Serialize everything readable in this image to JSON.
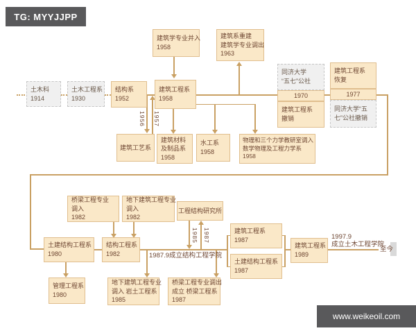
{
  "badge": {
    "label": "TG: MYYJJPP"
  },
  "watermark": {
    "label": "www.weikeoil.com"
  },
  "colors": {
    "accent": "#C9A063",
    "box_fill": "#FAE8C8",
    "box_border": "#E0BE8E",
    "dashed_box_fill": "#F0F0F0",
    "text": "#6E4632",
    "badge_bg": "#59595B"
  },
  "diagram": {
    "nodes": {
      "tumuke": {
        "text": "土木科\n1914"
      },
      "tumugongchengxi": {
        "text": "土木工程系\n1930"
      },
      "jiegouxi1952": {
        "text": "结构系\n1952"
      },
      "jzgcx1958": {
        "text": "建筑工程系\n1958"
      },
      "jzx_bingru": {
        "text": "建筑学专业并入\n1958"
      },
      "jzx_chongjian": {
        "text": "建筑系重建\n建筑学专业调出\n1963"
      },
      "tongji_gongshe": {
        "text": "同济大学\n“五七”公社"
      },
      "y1970": {
        "text": "1970"
      },
      "jzgcx_chexiao": {
        "text": "建筑工程系\n撤销"
      },
      "jzgcx_huifu": {
        "text": "建筑工程系\n恢复"
      },
      "y1977": {
        "text": "1977"
      },
      "gongshe_chexiao": {
        "text": "同济大学“五\n七”公社撤销"
      },
      "jzgyx": {
        "text": "建筑工艺系"
      },
      "jzcl": {
        "text": "建筑材料\n及制品系\n1958"
      },
      "shuigongxi": {
        "text": "水工系\n1958"
      },
      "wuli": {
        "text": "物理和三个力学教研室调入\n数学物理及工程力学系\n1958"
      },
      "qiaoliang_diaoru": {
        "text": "桥梁工程专业\n调入\n1982"
      },
      "dixia_diaoru": {
        "text": "地下建筑工程专业\n调入\n1982"
      },
      "gcjg_yjs": {
        "text": "工程结构研究所"
      },
      "tujian1980": {
        "text": "土建结构工程系\n1980"
      },
      "jgx1982": {
        "text": "结构工程系\n1982"
      },
      "jzgcx1987": {
        "text": "建筑工程系\n1987"
      },
      "tujian1987": {
        "text": "土建结构工程系\n1987"
      },
      "jzgcx1989": {
        "text": "建筑工程系\n1989"
      },
      "guanli1980": {
        "text": "管理工程系\n1980"
      },
      "yantu1985": {
        "text": "地下建筑工程专业\n调入 岩土工程系\n1985"
      },
      "qiaoliang1987": {
        "text": "桥梁工程专业调出\n成立 桥梁工程系\n1987"
      }
    },
    "labels": {
      "y1956": "1956",
      "y1957": "1957",
      "y1985": "1985",
      "y1987": "1987",
      "jgxy_1987": "1987.9成立结构工程学院",
      "tmxy_1997": "1997.9\n成立土木工程学院",
      "zhijin": "至今"
    }
  }
}
